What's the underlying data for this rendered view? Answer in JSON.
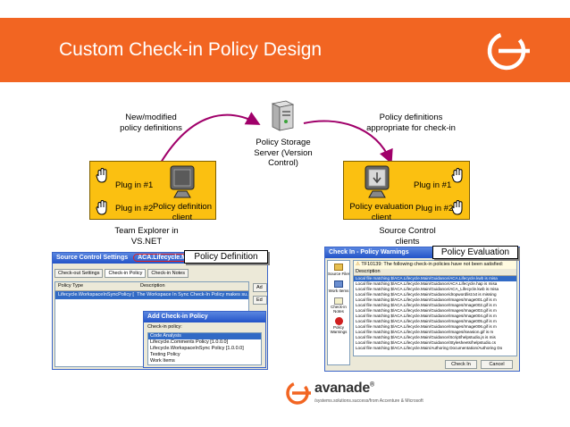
{
  "banner": {
    "title": "Custom Check-in Policy Design"
  },
  "server": {
    "label": "Policy Storage Server (Version Control)"
  },
  "arrows": {
    "left_label": "New/modified policy definitions",
    "right_label": "Policy definitions appropriate for check-in"
  },
  "left_box": {
    "plugin1": "Plug in #1",
    "plugin2": "Plug in #2",
    "client_label": "Policy definition client",
    "caption": "Team Explorer in VS.NET"
  },
  "right_box": {
    "plugin1": "Plug in #1",
    "plugin2": "Plug in #2",
    "client_label": "Policy evaluation client",
    "caption": "Source Control clients"
  },
  "callouts": {
    "definition": "Policy Definition",
    "evaluation": "Policy Evaluation"
  },
  "settings_window": {
    "title": "Source Control Settings",
    "highlight": "ACA.Lifecycle.Main",
    "tabs": [
      "Check-out Settings",
      "Check-in Policy",
      "Check-in Notes"
    ],
    "columns": [
      "Policy Type",
      "Description"
    ],
    "row": [
      "Lifecycle.WorkspaceInSyncPolicy [1....",
      "The Workspace In Sync Check-In Policy makes su..."
    ],
    "side_buttons": [
      "Ad",
      "Ed"
    ]
  },
  "add_dialog": {
    "title": "Add Check-in Policy",
    "prompt": "Check-in policy:",
    "items": [
      "Code Analysis",
      "Lifecycle.Comments Policy [1.0.0.0]",
      "Lifecycle.WorkspaceInSync Policy [1.0.0.0]",
      "Testing Policy",
      "Work Items"
    ]
  },
  "warnings_window": {
    "title": "Check In - Policy Warnings",
    "banner": "TF10139: The following check-in policies have not been satisfied:",
    "column": "Description",
    "rows": [
      "Local file matching $/ACA.Lifecycle.Main/Guidance/ACA.Lifecycle.kwb is misa",
      "Local file matching $/ACA.Lifecycle.Main/Guidance/ACA.Lifecycle.hap is misa",
      "Local file matching $/ACA.Lifecycle.Main/Guidance/ACA_Lifecycle.kwb is misa",
      "Local file matching $/ACA.Lifecycle.Main/Guidance/dropwordlist.txt is missing",
      "Local file matching $/ACA.Lifecycle.Main/Guidance/Images/Image001.gif is m",
      "Local file matching $/ACA.Lifecycle.Main/Guidance/Images/Image002.gif is m",
      "Local file matching $/ACA.Lifecycle.Main/Guidance/Images/Image003.gif is m",
      "Local file matching $/ACA.Lifecycle.Main/Guidance/Images/Image004.gif is m",
      "Local file matching $/ACA.Lifecycle.Main/Guidance/Images/Image005.gif is m",
      "Local file matching $/ACA.Lifecycle.Main/Guidance/Images/Image006.gif is m",
      "Local file matching $/ACA.Lifecycle.Main/Guidance/Images/iseasion.gif is m",
      "Local file matching $/ACA.Lifecycle.Main/Guidance/Script/helpstudio.js is mis",
      "Local file matching $/ACA.Lifecycle.Main/Guidance/Stylesheets/helpstudio.cs",
      "Local file matching $/ACA.Lifecycle.Main/Authoring Documentation/Authoring Do"
    ],
    "sidebar": [
      "Source Files",
      "Work Items",
      "Check-in Notes",
      "Policy Warnings"
    ],
    "buttons": [
      "Check In",
      "Cancel"
    ]
  },
  "logo": {
    "word": "avanade",
    "registered": "®",
    "tagline": "/systems.solutions.success/from Accenture & Microsoft"
  },
  "colors": {
    "accent": "#f26522",
    "box": "#fbc011",
    "arrow": "#a0006a"
  }
}
